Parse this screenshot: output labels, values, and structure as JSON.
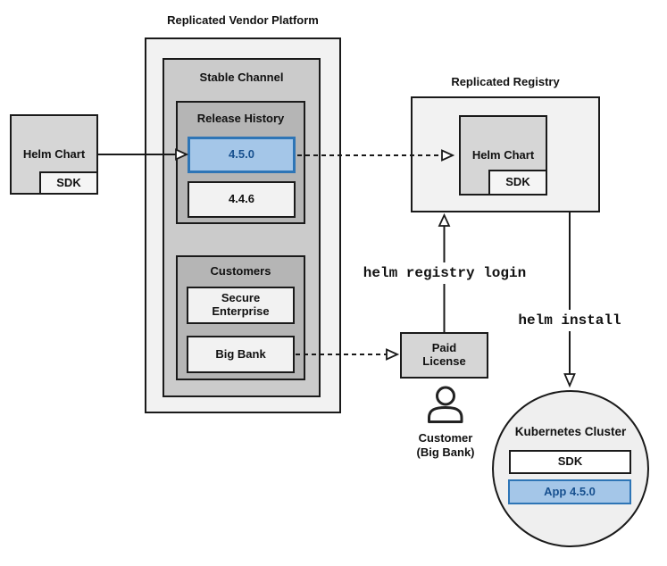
{
  "colors": {
    "highlight_fill": "#a4c6e8",
    "highlight_border": "#2e75b6",
    "highlight_text": "#17508f",
    "container_light": "#f2f2f2",
    "container_mid": "#cbcbcb",
    "container_dark": "#b5b5b5",
    "chart_gray": "#d6d6d6",
    "line_color": "#1a1a1a"
  },
  "source_chart": {
    "label": "Helm Chart",
    "sdk_label": "SDK"
  },
  "platform": {
    "title": "Replicated Vendor Platform",
    "stable_channel": {
      "title": "Stable Channel",
      "release_history": {
        "title": "Release History",
        "releases": [
          {
            "version": "4.5.0",
            "highlighted": true
          },
          {
            "version": "4.4.6",
            "highlighted": false
          }
        ]
      },
      "customers": {
        "title": "Customers",
        "items": [
          "Secure Enterprise",
          "Big Bank"
        ]
      }
    }
  },
  "registry": {
    "title": "Replicated Registry",
    "helm_chart": {
      "label": "Helm Chart",
      "sdk_label": "SDK"
    }
  },
  "license": {
    "label": "Paid License"
  },
  "customer": {
    "label": "Customer",
    "sublabel": "(Big Bank)"
  },
  "commands": {
    "registry_login": "helm registry login",
    "install": "helm install"
  },
  "cluster": {
    "title": "Kubernetes Cluster",
    "sdk_label": "SDK",
    "app_label": "App 4.5.0"
  }
}
